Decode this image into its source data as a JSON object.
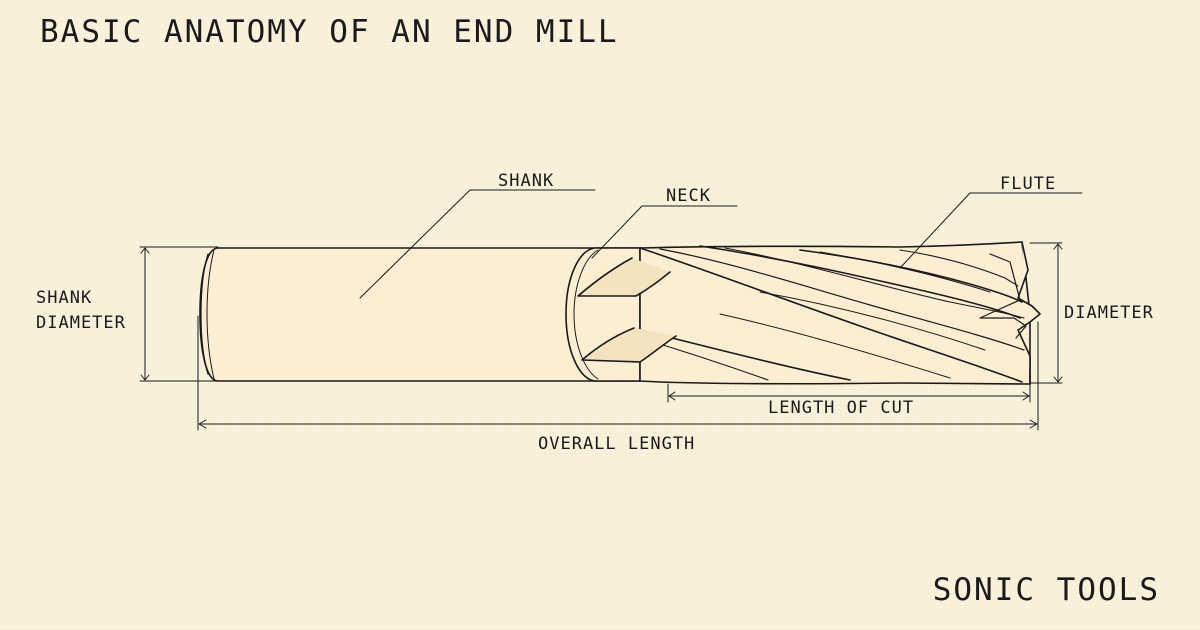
{
  "title": "BASIC ANATOMY OF AN END MILL",
  "brand": "SONIC TOOLS",
  "labels": {
    "shank": "SHANK",
    "neck": "NECK",
    "flute": "FLUTE",
    "shank_diameter_line1": "SHANK",
    "shank_diameter_line2": "DIAMETER",
    "diameter": "DIAMETER",
    "length_of_cut": "LENGTH OF CUT",
    "overall_length": "OVERALL LENGTH"
  },
  "colors": {
    "background": "#faf2dc",
    "ink": "#1a1a1a",
    "tool_fill": "#fbeed3"
  }
}
